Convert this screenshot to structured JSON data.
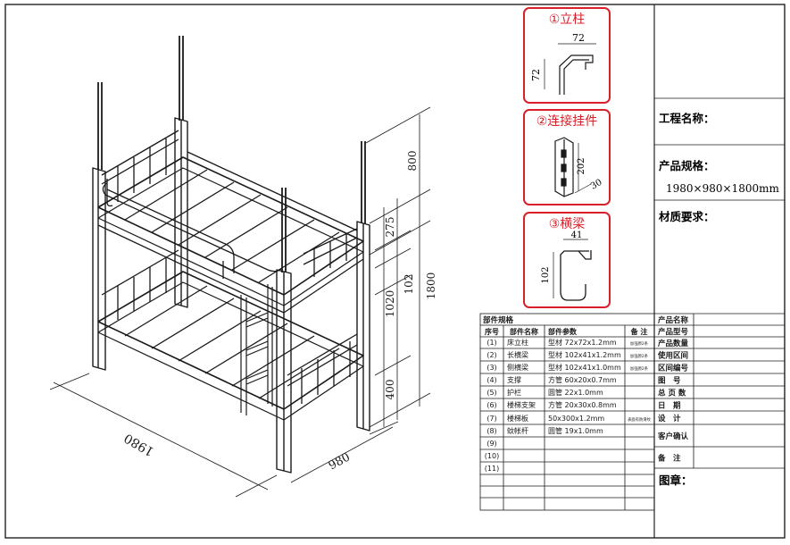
{
  "callouts": [
    {
      "title": "①立柱",
      "dims": [
        "72",
        "72"
      ]
    },
    {
      "title": "②连接挂件",
      "dims": [
        "202",
        "30"
      ]
    },
    {
      "title": "③横梁",
      "dims": [
        "41",
        "102"
      ]
    }
  ],
  "dimensions": {
    "length": "1980",
    "width": "980",
    "height_total": "1800",
    "h_top": "800",
    "h_gap": "275",
    "h_mid": "1020",
    "h_beam": "102",
    "h_low": "400"
  },
  "spec_table": {
    "section_title": "部件规格",
    "headers": [
      "序号",
      "部件名称",
      "部件参数",
      "备 注"
    ],
    "rows": [
      {
        "no": "(1)",
        "name": "床立柱",
        "param": "型材 72x72x1.2mm",
        "note": "加强原2条"
      },
      {
        "no": "(2)",
        "name": "长横梁",
        "param": "型材 102x41x1.2mm",
        "note": "加强原2条"
      },
      {
        "no": "(3)",
        "name": "侧横梁",
        "param": "型材 102x41x1.0mm",
        "note": "加强原2条"
      },
      {
        "no": "(4)",
        "name": "支撑",
        "param": "方管 60x20x0.7mm",
        "note": ""
      },
      {
        "no": "(5)",
        "name": "护栏",
        "param": "圆管 22x1.0mm",
        "note": ""
      },
      {
        "no": "(6)",
        "name": "楼梯支架",
        "param": "方管 20x30x0.8mm",
        "note": ""
      },
      {
        "no": "(7)",
        "name": "楼梯板",
        "param": "50x300x1.2mm",
        "note": "表面有防滑纹"
      },
      {
        "no": "(8)",
        "name": "蚊帐杆",
        "param": "圆管 19x1.0mm",
        "note": ""
      },
      {
        "no": "(9)",
        "name": "",
        "param": "",
        "note": ""
      },
      {
        "no": "(10)",
        "name": "",
        "param": "",
        "note": ""
      },
      {
        "no": "(11)",
        "name": "",
        "param": "",
        "note": ""
      }
    ]
  },
  "product_table": {
    "rows": [
      "产品名称",
      "产品型号",
      "产品数量",
      "使用区间",
      "区间编号",
      "图　号",
      "总 页 数",
      "日　期",
      "设　计",
      "客户确认",
      "备　注"
    ]
  },
  "title_block": {
    "project_label": "工程名称：",
    "spec_label": "产品规格：",
    "spec_value": "1980×980×1800mm",
    "material_label": "材质要求：",
    "seal_label": "图章："
  },
  "colors": {
    "callout_border": "#d8202a",
    "callout_text": "#d8202a",
    "line": "#1a1a1a"
  }
}
